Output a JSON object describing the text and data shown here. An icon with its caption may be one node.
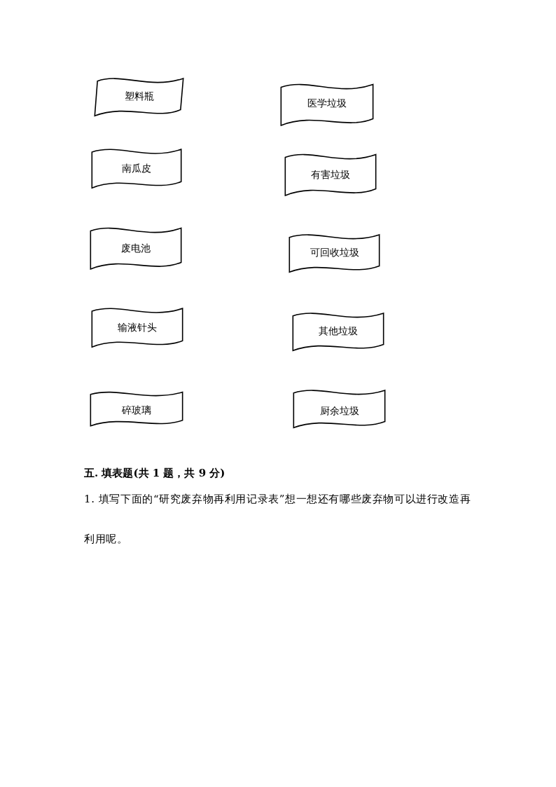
{
  "diagram": {
    "nodes": [
      {
        "text": [
          "塑料瓶"
        ]
      },
      {
        "text": [
          "医学垃圾"
        ]
      },
      {
        "text": [
          "南瓜皮"
        ]
      },
      {
        "text": [
          "有害垃圾"
        ]
      },
      {
        "text": [
          "废电池"
        ]
      },
      {
        "text": [
          "可回收垃圾"
        ]
      },
      {
        "text": [
          "输液针头"
        ]
      },
      {
        "text": [
          "其他垃圾"
        ]
      },
      {
        "text": [
          "碎玻璃"
        ]
      },
      {
        "text": [
          "厨余垃圾"
        ]
      }
    ],
    "labels": [
      "五. 填表题(共 1 题，共 9 分)",
      "1. 填写下面的“研究废弃物再利用记录表”想一想还有哪些废弃物可以进行改造再利用呢。"
    ]
  }
}
